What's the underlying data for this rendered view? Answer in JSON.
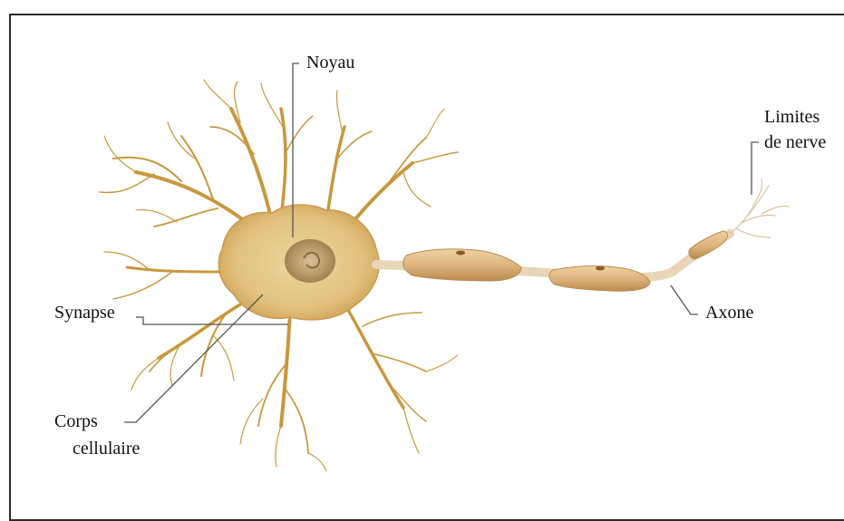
{
  "labels": {
    "nucleus": "Noyau",
    "nerve_endings_line1": "Limites",
    "nerve_endings_line2": "de nerve",
    "synapse": "Synapse",
    "axon": "Axone",
    "cell_body_line1": "Corps",
    "cell_body_line2": "cellulaire"
  },
  "colors": {
    "cell_body": "#e2c27f",
    "cell_shade": "#c79a4e",
    "dendrite": "#c8983e",
    "myelin": "#dcb17a",
    "myelin_dark": "#b98a4f",
    "nucleus": "#b89866",
    "leader_line": "#555555",
    "text": "#111111"
  }
}
